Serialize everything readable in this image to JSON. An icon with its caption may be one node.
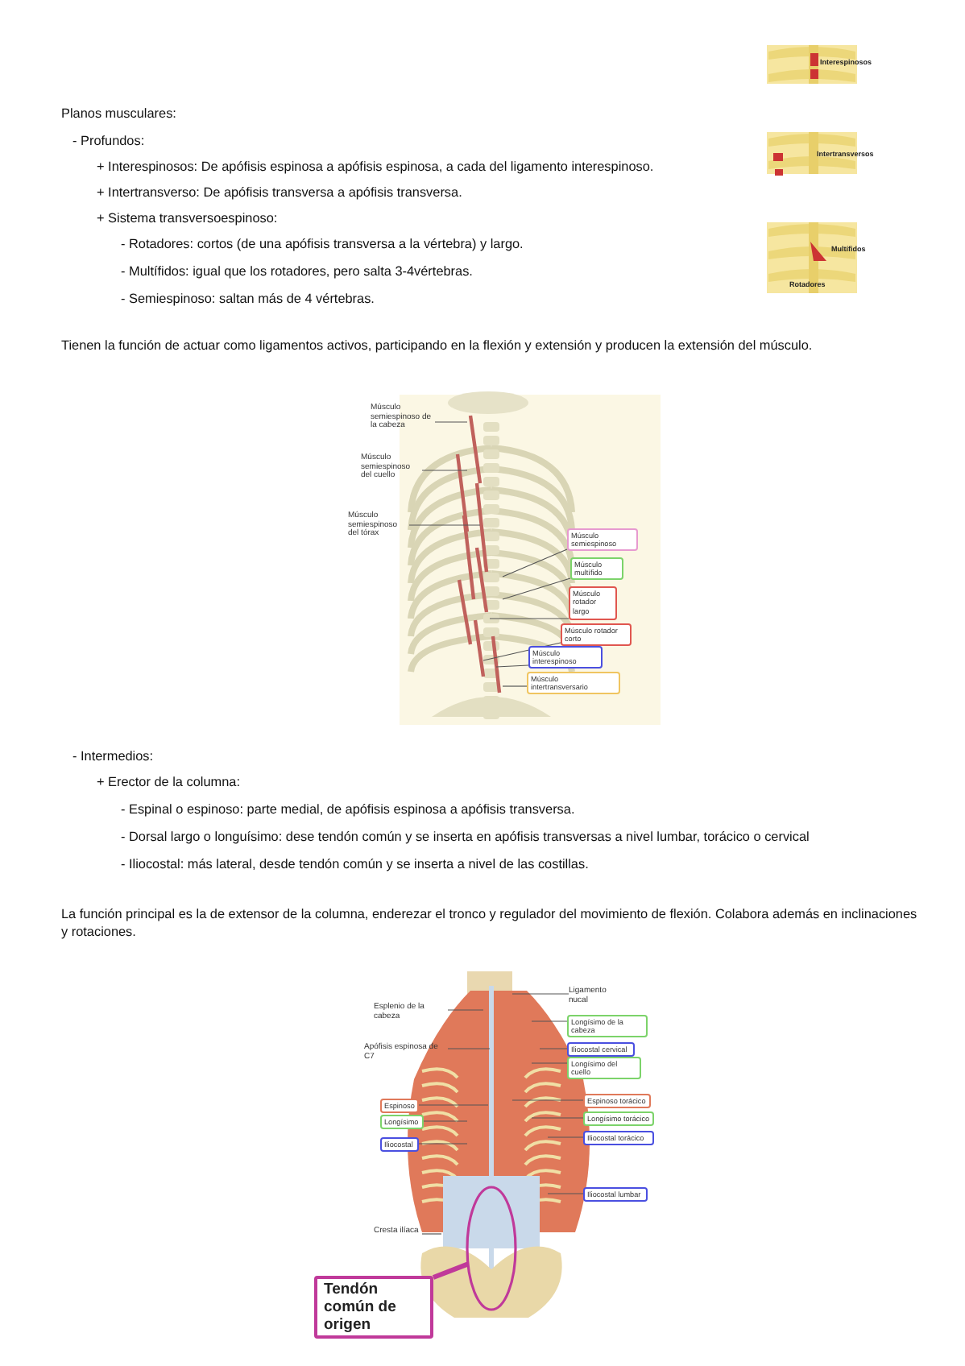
{
  "diagram": {
    "title": "Planos musculares:",
    "nodes": [
      {
        "text": [
          "Músculo semiespinoso de la cabeza"
        ]
      },
      {
        "text": [
          "Músculo semiespinoso del cuello"
        ]
      },
      {
        "text": [
          "Músculo semiespinoso del tórax"
        ]
      },
      {
        "text": [
          "Músculo semiespinoso"
        ]
      },
      {
        "text": [
          "Músculo multífido"
        ]
      },
      {
        "text": [
          "Músculo rotador largo"
        ]
      },
      {
        "text": [
          "Músculo rotador corto"
        ]
      },
      {
        "text": [
          "Músculo interespinoso"
        ]
      },
      {
        "text": [
          "Músculo intertransversario"
        ]
      },
      {
        "text": [
          "Ligamento nucal"
        ]
      },
      {
        "text": [
          "Esplenio de la cabeza"
        ]
      },
      {
        "text": [
          "Longísimo de la cabeza"
        ]
      },
      {
        "text": [
          "Apófisis espinosa de C7"
        ]
      },
      {
        "text": [
          "Iliocostal cervical"
        ]
      },
      {
        "text": [
          "Longísimo del cuello"
        ]
      },
      {
        "text": [
          "Espinoso"
        ]
      },
      {
        "text": [
          "Espinoso torácico"
        ]
      },
      {
        "text": [
          "Longísimo"
        ]
      },
      {
        "text": [
          "Longísimo torácico"
        ]
      },
      {
        "text": [
          "Iliocostal"
        ]
      },
      {
        "text": [
          "Iliocostal torácico"
        ]
      },
      {
        "text": [
          "Iliocostal lumbar"
        ]
      },
      {
        "text": [
          "Cresta ilíaca"
        ]
      },
      {
        "text": [],
        "shape": "ellipse"
      },
      {
        "text": [
          "Tendón común de origen"
        ]
      }
    ],
    "edges": [
      {
        "from": 0,
        "to": null,
        "arrow": "none"
      },
      {
        "from": 1,
        "to": null,
        "arrow": "none"
      },
      {
        "from": 2,
        "to": null,
        "arrow": "none"
      },
      {
        "from": 3,
        "to": null,
        "arrow": "none"
      },
      {
        "from": 4,
        "to": null,
        "arrow": "none"
      },
      {
        "from": 5,
        "to": null,
        "arrow": "none"
      },
      {
        "from": 6,
        "to": null,
        "arrow": "none"
      },
      {
        "from": 7,
        "to": null,
        "arrow": "none"
      },
      {
        "from": 8,
        "to": null,
        "arrow": "none"
      },
      {
        "from": 9,
        "to": null,
        "arrow": "none"
      },
      {
        "from": 10,
        "to": null,
        "arrow": "none"
      },
      {
        "from": 11,
        "to": null,
        "arrow": "none"
      },
      {
        "from": 12,
        "to": null,
        "arrow": "none"
      },
      {
        "from": 13,
        "to": null,
        "arrow": "none"
      },
      {
        "from": 14,
        "to": null,
        "arrow": "none"
      },
      {
        "from": 15,
        "to": null,
        "arrow": "none"
      },
      {
        "from": 16,
        "to": null,
        "arrow": "none"
      },
      {
        "from": 17,
        "to": null,
        "arrow": "none"
      },
      {
        "from": 18,
        "to": null,
        "arrow": "none"
      },
      {
        "from": 19,
        "to": null,
        "arrow": "none"
      },
      {
        "from": 20,
        "to": null,
        "arrow": "none"
      },
      {
        "from": 21,
        "to": null,
        "arrow": "none"
      },
      {
        "from": 22,
        "to": null,
        "arrow": "none"
      },
      {
        "from": 24,
        "to": 23,
        "arrow": "none",
        "style": "thick",
        "color": "#c0399a"
      }
    ],
    "labels": [
      "- Profundos:",
      "+ Interespinosos: De apófisis espinosa a apófisis espinosa, a cada del ligamento interespinoso.",
      "+ Intertransverso: De apófisis transversa a apófisis transversa.",
      "+ Sistema transversoespinoso:",
      "- Rotadores: cortos (de una apófisis transversa a la vértebra) y largo.",
      "- Multífidos: igual que los rotadores, pero salta 3-4vértebras.",
      "- Semiespinoso: saltan más de 4 vértebras.",
      "Tienen la función de actuar como ligamentos activos, participando en la flexión y extensión y producen la extensión del músculo.",
      "- Intermedios:",
      "+ Erector de la columna:",
      "- Espinal o espinoso: parte medial, de apófisis espinosa a apófisis transversa.",
      "- Dorsal largo o longuísimo: dese tendón común y se inserta en apófisis transversas a nivel lumbar, torácico o cervical",
      "- Iliocostal: más lateral, desde tendón común y se inserta a nivel de las costillas.",
      "La función principal es la de extensor de la columna, enderezar el tronco y regulador del movimiento de flexión. Colabora además en inclinaciones y rotaciones.",
      "Interespinosos",
      "Intertransversos",
      "Multífidos",
      "Rotadores"
    ]
  }
}
